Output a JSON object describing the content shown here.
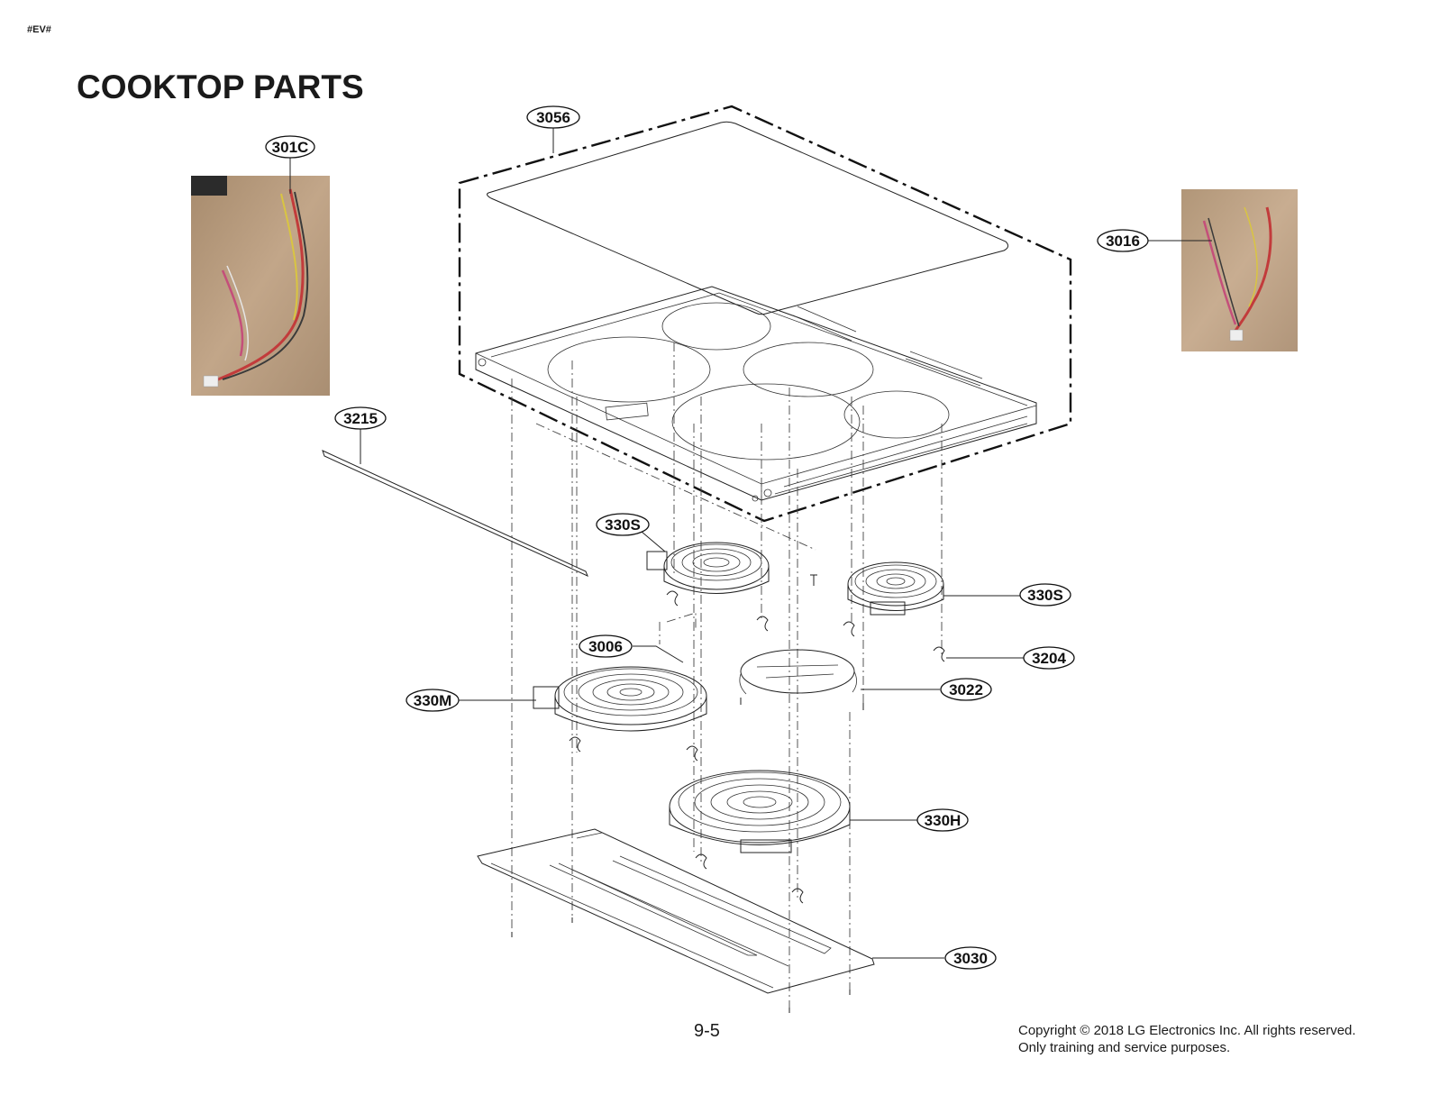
{
  "header": {
    "tag": "#EV#",
    "title": "COOKTOP PARTS"
  },
  "callouts": {
    "c3056": "3056",
    "c301C": "301C",
    "c3016": "3016",
    "c3215": "3215",
    "c330S_a": "330S",
    "c330S_b": "330S",
    "c3204": "3204",
    "c3006": "3006",
    "c3022": "3022",
    "c330M": "330M",
    "c330H": "330H",
    "c3030": "3030"
  },
  "footer": {
    "page_number": "9-5",
    "copyright_line1": "Copyright © 2018 LG Electronics Inc. All rights reserved.",
    "copyright_line2": "Only training and service purposes."
  },
  "colors": {
    "line": "#1a1a1a",
    "photo_bg": "#b79a7c"
  }
}
